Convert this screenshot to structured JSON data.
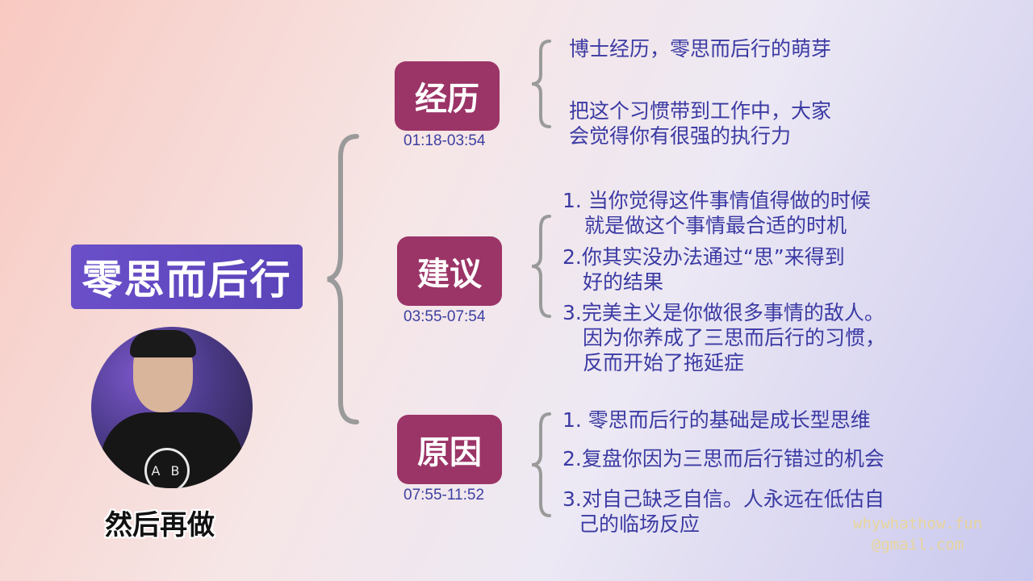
{
  "main_title": "零思而后行",
  "caption": "然后再做",
  "avatar_shirt_text": "A B",
  "sections": [
    {
      "label": "经历",
      "time": "01:18-03:54",
      "items": [
        {
          "lines": [
            "博士经历，零思而后行的萌芽"
          ]
        },
        {
          "lines": [
            "把这个习惯带到工作中，大家",
            "会觉得你有很强的执行力"
          ]
        }
      ]
    },
    {
      "label": "建议",
      "time": "03:55-07:54",
      "items": [
        {
          "lines": [
            "1. 当你觉得这件事情值得做的时候",
            "就是做这个事情最合适的时机"
          ]
        },
        {
          "lines": [
            "2.你其实没办法通过“思”来得到",
            "好的结果"
          ]
        },
        {
          "lines": [
            "3.完美主义是你做很多事情的敌人。",
            "因为你养成了三思而后行的习惯，",
            "反而开始了拖延症"
          ]
        }
      ]
    },
    {
      "label": "原因",
      "time": "07:55-11:52",
      "items": [
        {
          "lines": [
            "1. 零思而后行的基础是成长型思维"
          ]
        },
        {
          "lines": [
            "2.复盘你因为三思而后行错过的机会"
          ]
        },
        {
          "lines": [
            "3.对自己缺乏自信。人永远在低估自",
            "己的临场反应"
          ]
        }
      ]
    }
  ],
  "watermark": {
    "line1": "whywhathow.fun",
    "line2": "@gmail.com"
  }
}
